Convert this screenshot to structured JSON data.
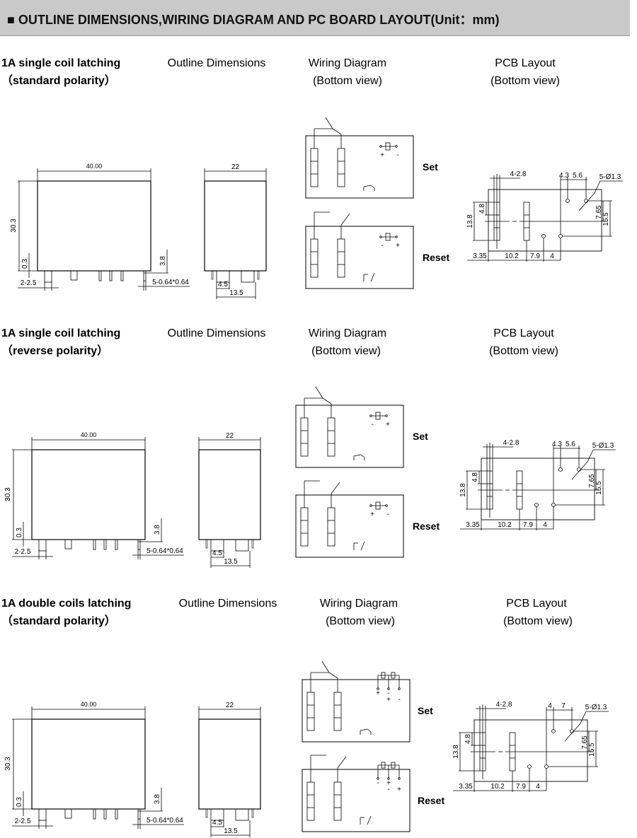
{
  "header": {
    "title": "■ OUTLINE DIMENSIONS,WIRING DIAGRAM AND PC BOARD LAYOUT(Unit：mm)"
  },
  "sections": [
    {
      "title1": "1A single coil latching",
      "title2": "（standard polarity）",
      "col_outline": "Outline Dimensions",
      "col_wiring": "Wiring Diagram",
      "col_wiring_sub": "(Bottom view)",
      "col_pcb": "PCB Layout",
      "col_pcb_sub": "(Bottom view)",
      "set_label": "Set",
      "reset_label": "Reset",
      "set_polarity": [
        "+",
        "-"
      ],
      "reset_polarity": [
        "-",
        "+"
      ],
      "pcb_top_dims": [
        "4.3",
        "5.6"
      ]
    },
    {
      "title1": "1A single coil latching",
      "title2": "（reverse polarity）",
      "col_outline": "Outline Dimensions",
      "col_wiring": "Wiring Diagram",
      "col_wiring_sub": "(Bottom view)",
      "col_pcb": "PCB Layout",
      "col_pcb_sub": "(Bottom view)",
      "set_label": "Set",
      "reset_label": "Reset",
      "set_polarity": [
        "-",
        "+"
      ],
      "reset_polarity": [
        "+",
        "-"
      ],
      "pcb_top_dims": [
        "4.3",
        "5.6"
      ]
    },
    {
      "title1": "1A double coils latching",
      "title2": "（standard polarity）",
      "col_outline": "Outline Dimensions",
      "col_wiring": "Wiring Diagram",
      "col_wiring_sub": "(Bottom view)",
      "col_pcb": "PCB Layout",
      "col_pcb_sub": "(Bottom view)",
      "set_label": "Set",
      "reset_label": "Reset",
      "set_polarity": [
        "+",
        "-",
        "+",
        "-"
      ],
      "reset_polarity": [
        "-",
        "+",
        "-",
        "+"
      ],
      "pcb_top_dims": [
        "4",
        "7"
      ]
    }
  ],
  "dims": {
    "length": "40.00",
    "height": "30.3",
    "standoff": "0.3",
    "pin_len": "3.8",
    "pin_width": "2-2.5",
    "pin_size": "5-0.64*0.64",
    "width": "22",
    "side_pin": "4.5",
    "side_span": "13.5",
    "pcb_slot": "4-2.8",
    "pcb_hole": "5-Ø1.3",
    "pcb_48": "4.8",
    "pcb_138": "13.8",
    "pcb_765": "7.65",
    "pcb_155": "15.5",
    "pcb_335": "3.35",
    "pcb_102": "10.2",
    "pcb_79": "7.9",
    "pcb_4": "4"
  }
}
